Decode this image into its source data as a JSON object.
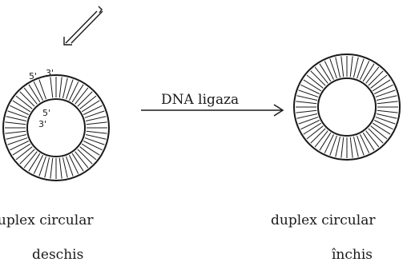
{
  "left_ring": {
    "outer_strand_ends": {
      "five_prime": "5'",
      "three_prime": "3'"
    },
    "inner_strand_ends": {
      "five_prime": "5'",
      "three_prime": "3'"
    },
    "caption_line1": "duplex circular",
    "caption_line2": "deschis"
  },
  "reaction": {
    "enzyme_label": "DNA ligaza"
  },
  "right_ring": {
    "caption_line1": "duplex circular",
    "caption_line2": "închis"
  },
  "colors": {
    "ink": "#1a1a1a",
    "background": "#ffffff"
  }
}
